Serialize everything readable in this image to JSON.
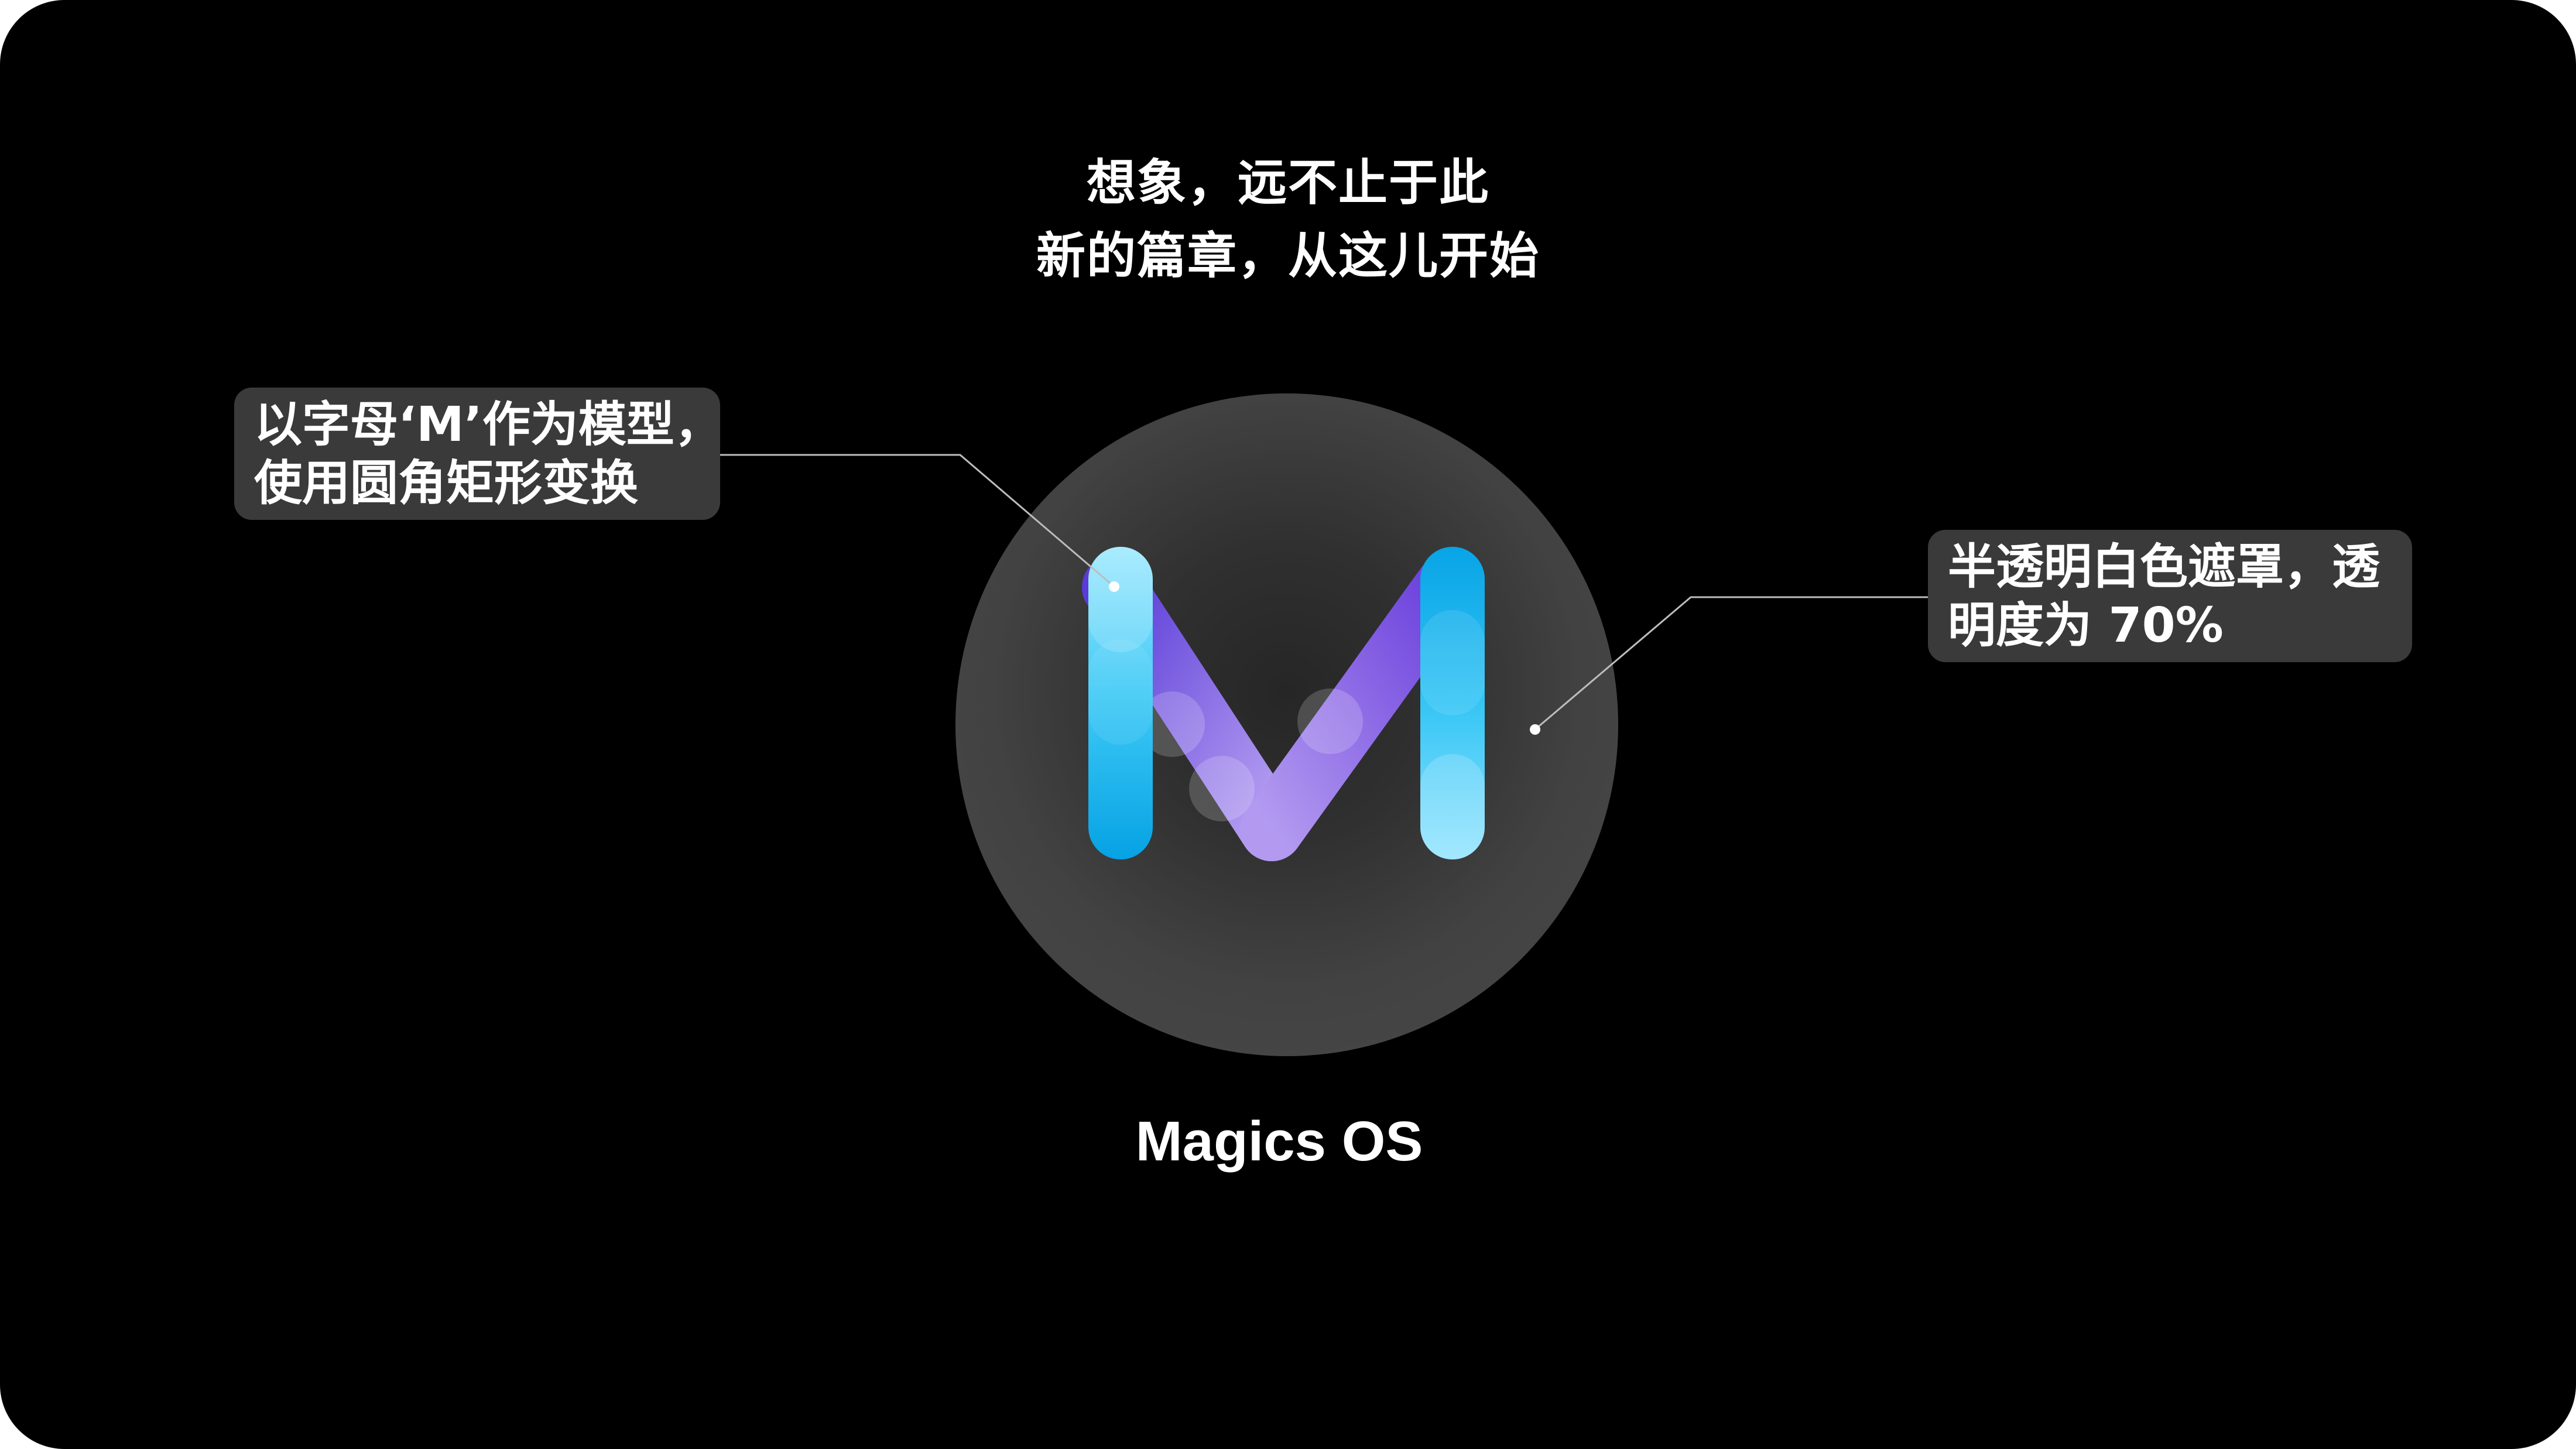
{
  "tagline": {
    "line1": "想象，远不止于此",
    "line2": "新的篇章，从这儿开始"
  },
  "callouts": {
    "left": {
      "line1": "以字母‘M’作为模型，",
      "line2": "使用圆角矩形变换"
    },
    "right": {
      "line1": "半透明白色遮罩，透",
      "line2": "明度为 70%"
    }
  },
  "logo": {
    "icon": "letter-m-logo-icon",
    "colors": {
      "blue_light": "#8fe3ff",
      "blue_mid": "#35c5f5",
      "blue_deep": "#08a4e6",
      "purple": "#6b3fd9",
      "lavender": "#b39af0",
      "disc": "#4a4a4a"
    }
  },
  "brand": {
    "name": "Magics OS"
  }
}
